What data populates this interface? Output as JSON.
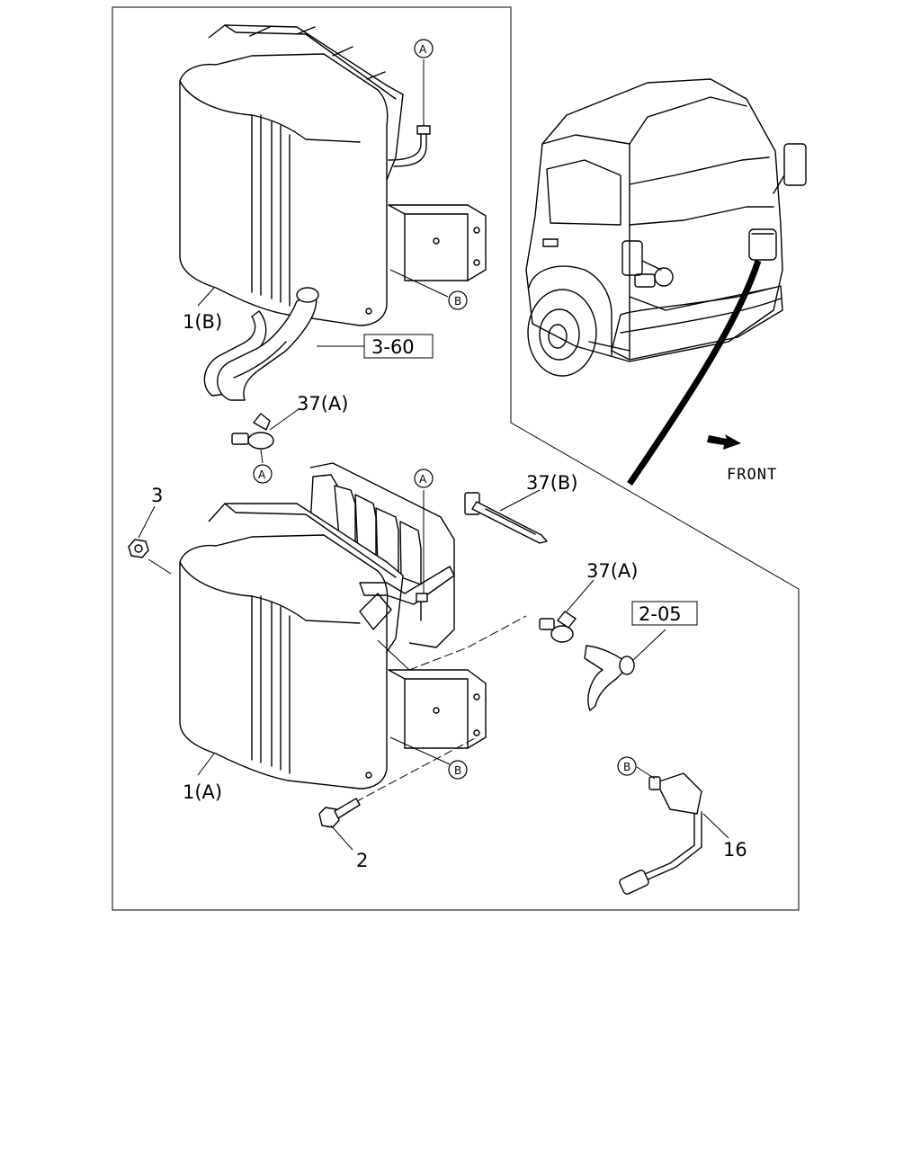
{
  "diagram": {
    "labels": {
      "part_1b": "1(B)",
      "part_1a": "1(A)",
      "part_2": "2",
      "part_3": "3",
      "part_16": "16",
      "part_37a_top": "37(A)",
      "part_37a_right": "37(A)",
      "part_37b": "37(B)",
      "ref_360": "3-60",
      "ref_205": "2-05",
      "front": "FRONT"
    },
    "callouts": {
      "a1": "A",
      "a2": "A",
      "a3": "A",
      "b1": "B",
      "b2": "B",
      "b3": "B"
    }
  }
}
